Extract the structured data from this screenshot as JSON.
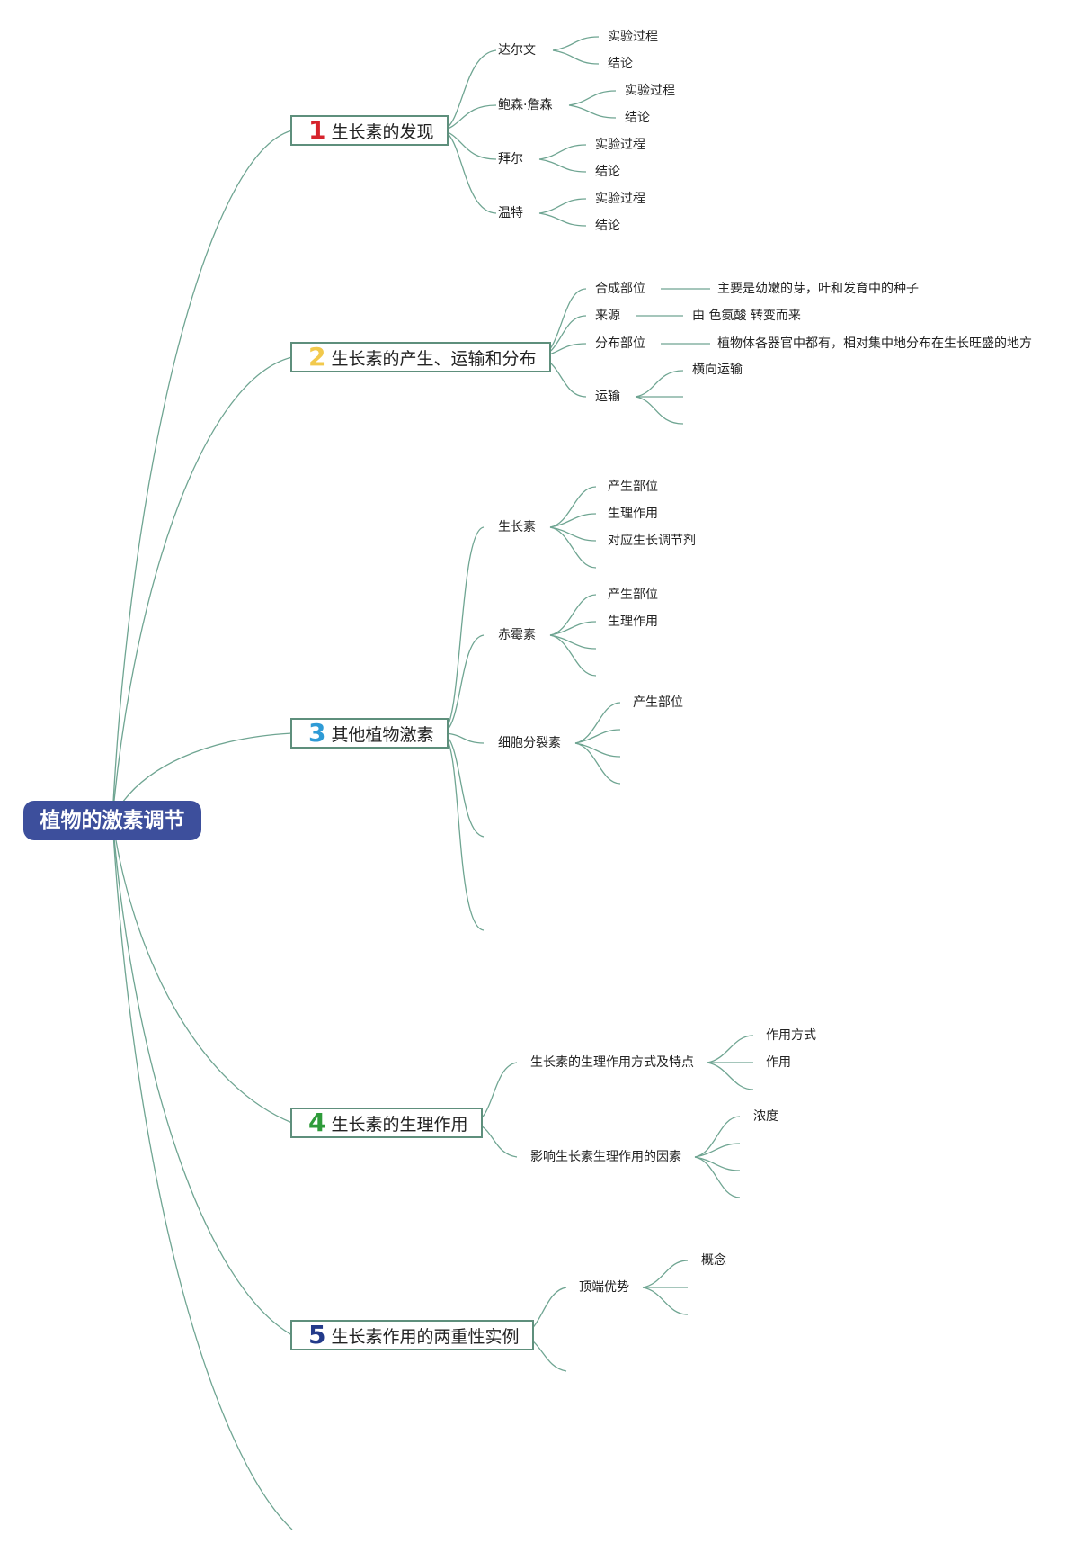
{
  "root": {
    "title": "植物的激素调节"
  },
  "branches": [
    {
      "num": "1",
      "num_color": "#d6232c",
      "title": "生长素的发现",
      "children": [
        {
          "label": "达尔文",
          "items": [
            "实验过程",
            "结论"
          ]
        },
        {
          "label": "鲍森·詹森",
          "items": [
            "实验过程",
            "结论"
          ]
        },
        {
          "label": "拜尔",
          "items": [
            "实验过程",
            "结论"
          ]
        },
        {
          "label": "温特",
          "items": [
            "实验过程",
            "结论"
          ]
        }
      ]
    },
    {
      "num": "2",
      "num_color": "#f2c94c",
      "title": "生长素的产生、运输和分布",
      "children": [
        {
          "label": "合成部位",
          "detail": "主要是幼嫩的芽，叶和发育中的种子"
        },
        {
          "label": "来源",
          "detail": "由 色氨酸 转变而来"
        },
        {
          "label": "分布部位",
          "detail": "植物体各器官中都有，相对集中地分布在生长旺盛的地方"
        },
        {
          "label": "运输",
          "items": [
            "横向运输"
          ]
        }
      ]
    },
    {
      "num": "3",
      "num_color": "#2e9bd6",
      "title": "其他植物激素",
      "children": [
        {
          "label": "生长素",
          "items": [
            "产生部位",
            "生理作用",
            "对应生长调节剂"
          ]
        },
        {
          "label": "赤霉素",
          "items": [
            "产生部位",
            "生理作用"
          ]
        },
        {
          "label": "细胞分裂素",
          "items": [
            "产生部位"
          ]
        }
      ]
    },
    {
      "num": "4",
      "num_color": "#2e9b3a",
      "title": "生长素的生理作用",
      "children": [
        {
          "label": "生长素的生理作用方式及特点",
          "items": [
            "作用方式",
            "作用"
          ]
        },
        {
          "label": "影响生长素生理作用的因素",
          "items": [
            "浓度"
          ]
        }
      ]
    },
    {
      "num": "5",
      "num_color": "#233a8a",
      "title": "生长素作用的两重性实例",
      "children": [
        {
          "label": "顶端优势",
          "items": [
            "概念"
          ]
        }
      ]
    }
  ]
}
